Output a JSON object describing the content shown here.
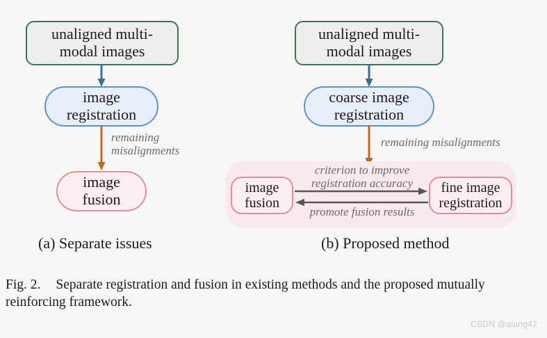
{
  "figure": {
    "background_color": "#f7f6f5",
    "caption_prefix": "Fig. 2.",
    "caption_text": "Separate registration and fusion in existing methods and the proposed mutually reinforcing framework.",
    "watermark": "CSDN @qiang42"
  },
  "colors": {
    "green_border": "#3d7355",
    "green_fill": "#eeeeee",
    "blue_border": "#5b92c9",
    "blue_fill": "#e7eef8",
    "pink_border": "#e08f95",
    "pink_fill": "#fbeef0",
    "panel_fill": "#f8eaec",
    "arrow_blue": "#3d6e91",
    "arrow_orange": "#c1651f",
    "arrow_gray": "#555555",
    "label_gray": "#6b6b6b",
    "text": "#1b1b1b"
  },
  "panel_a": {
    "subcaption": "(a) Separate issues",
    "nodes": {
      "input": "unaligned multi-\nmodal images",
      "registration": "image\nregistration",
      "fusion": "image\nfusion"
    },
    "edge_labels": {
      "input_to_registration": "",
      "registration_to_fusion": "remaining\nmisalignments"
    }
  },
  "panel_b": {
    "subcaption": "(b) Proposed method",
    "nodes": {
      "input": "unaligned multi-\nmodal images",
      "coarse_registration": "coarse image\nregistration",
      "fusion": "image\nfusion",
      "fine_registration": "fine image\nregistration"
    },
    "edge_labels": {
      "coarse_to_group": "remaining misalignments",
      "fusion_to_fine": "criterion to improve\nregistration accuracy",
      "fine_to_fusion": "promote fusion results"
    }
  }
}
